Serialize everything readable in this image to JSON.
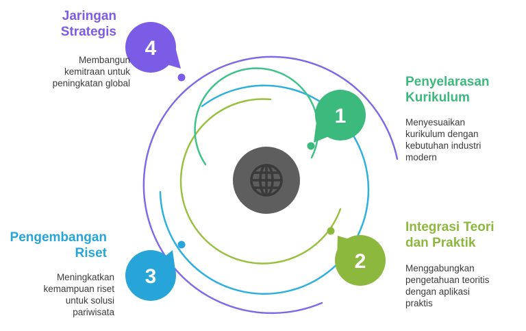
{
  "center": {
    "icon": "globe-icon",
    "color": "#5e5e5e"
  },
  "items": [
    {
      "number": "1",
      "title": [
        "Penyelarasan",
        "Kurikulum"
      ],
      "description": [
        "Menyesuaikan",
        "kurikulum dengan",
        "kebutuhan industri",
        "modern"
      ],
      "color": "#3cb97c"
    },
    {
      "number": "2",
      "title": [
        "Integrasi Teori",
        "dan Praktik"
      ],
      "description": [
        "Menggabungkan",
        "pengetahuan teoritis",
        "dengan aplikasi",
        "praktis"
      ],
      "color": "#8cb83e"
    },
    {
      "number": "3",
      "title": [
        "Pengembangan",
        "Riset"
      ],
      "description": [
        "Meningkatkan",
        "kemampuan riset",
        "untuk solusi",
        "pariwisata"
      ],
      "color": "#27a5d8"
    },
    {
      "number": "4",
      "title": [
        "Jaringan",
        "Strategis"
      ],
      "description": [
        "Membangun",
        "kemitraan untuk",
        "peningkatan global"
      ],
      "color": "#7a5ce6"
    }
  ]
}
